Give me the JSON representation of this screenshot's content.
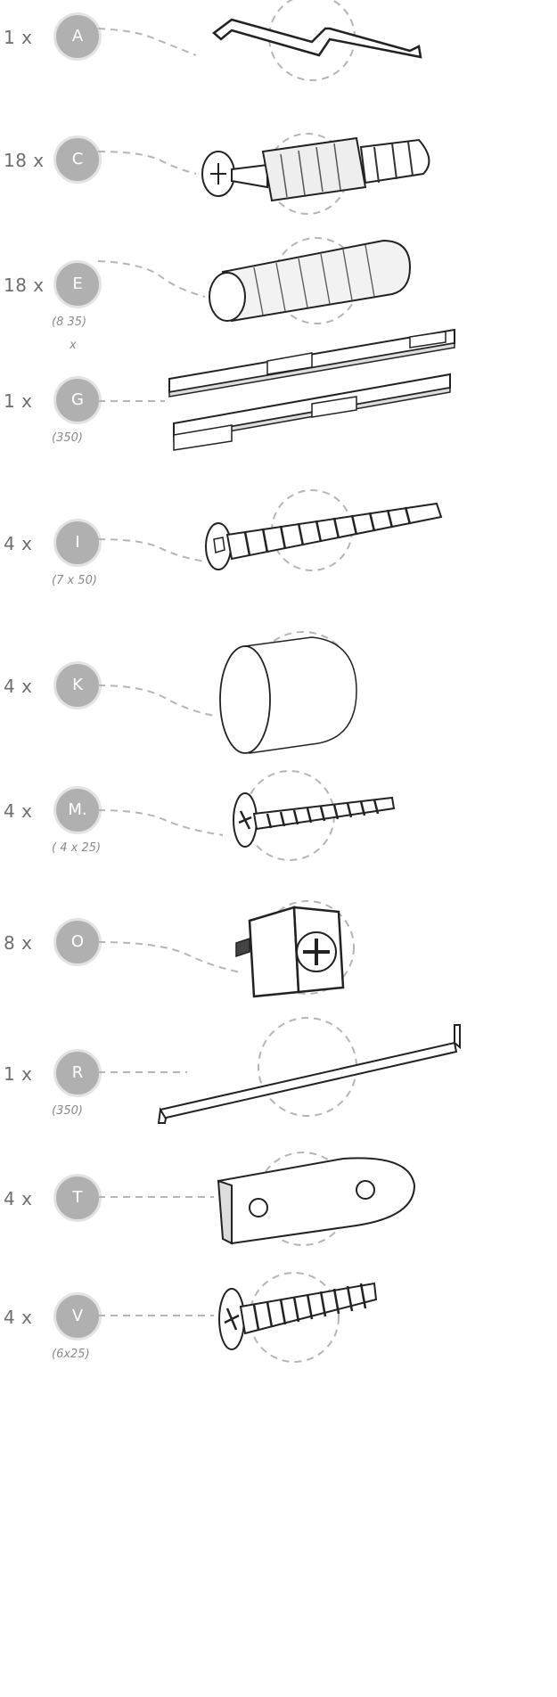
{
  "parts": [
    {
      "qty": "1 x",
      "letter": "A"
    },
    {
      "qty": "18 x",
      "letter": "C"
    },
    {
      "qty": "18 x",
      "letter": "E",
      "dimension": "(8   35)",
      "dimension_extra": "x"
    },
    {
      "qty": "1 x",
      "letter": "G",
      "dimension": "(350)"
    },
    {
      "qty": "4 x",
      "letter": "I",
      "dimension": "(7 x 50)"
    },
    {
      "qty": "4 x",
      "letter": "K"
    },
    {
      "qty": "4 x",
      "letter": "M.",
      "dimension": "( 4 x 25)"
    },
    {
      "qty": "8 x",
      "letter": "O"
    },
    {
      "qty": "1 x",
      "letter": "R",
      "dimension": "(350)"
    },
    {
      "qty": "4 x",
      "letter": "T"
    },
    {
      "qty": "4 x",
      "letter": "V",
      "dimension": "(6x25)"
    }
  ],
  "part_icons": [
    "hex-key-icon",
    "cam-dowel-icon",
    "wooden-dowel-icon",
    "drawer-runner-icon",
    "screw-icon",
    "knob-icon",
    "screw-icon",
    "cam-lock-icon",
    "metal-bar-icon",
    "bracket-icon",
    "screw-icon"
  ],
  "colors": {
    "badge_fill": "#b0b0b0",
    "badge_ring": "#e3e3e3",
    "text_gray": "#6e6e6e",
    "leader_gray": "#b5b5b5",
    "line_dark": "#222222"
  }
}
